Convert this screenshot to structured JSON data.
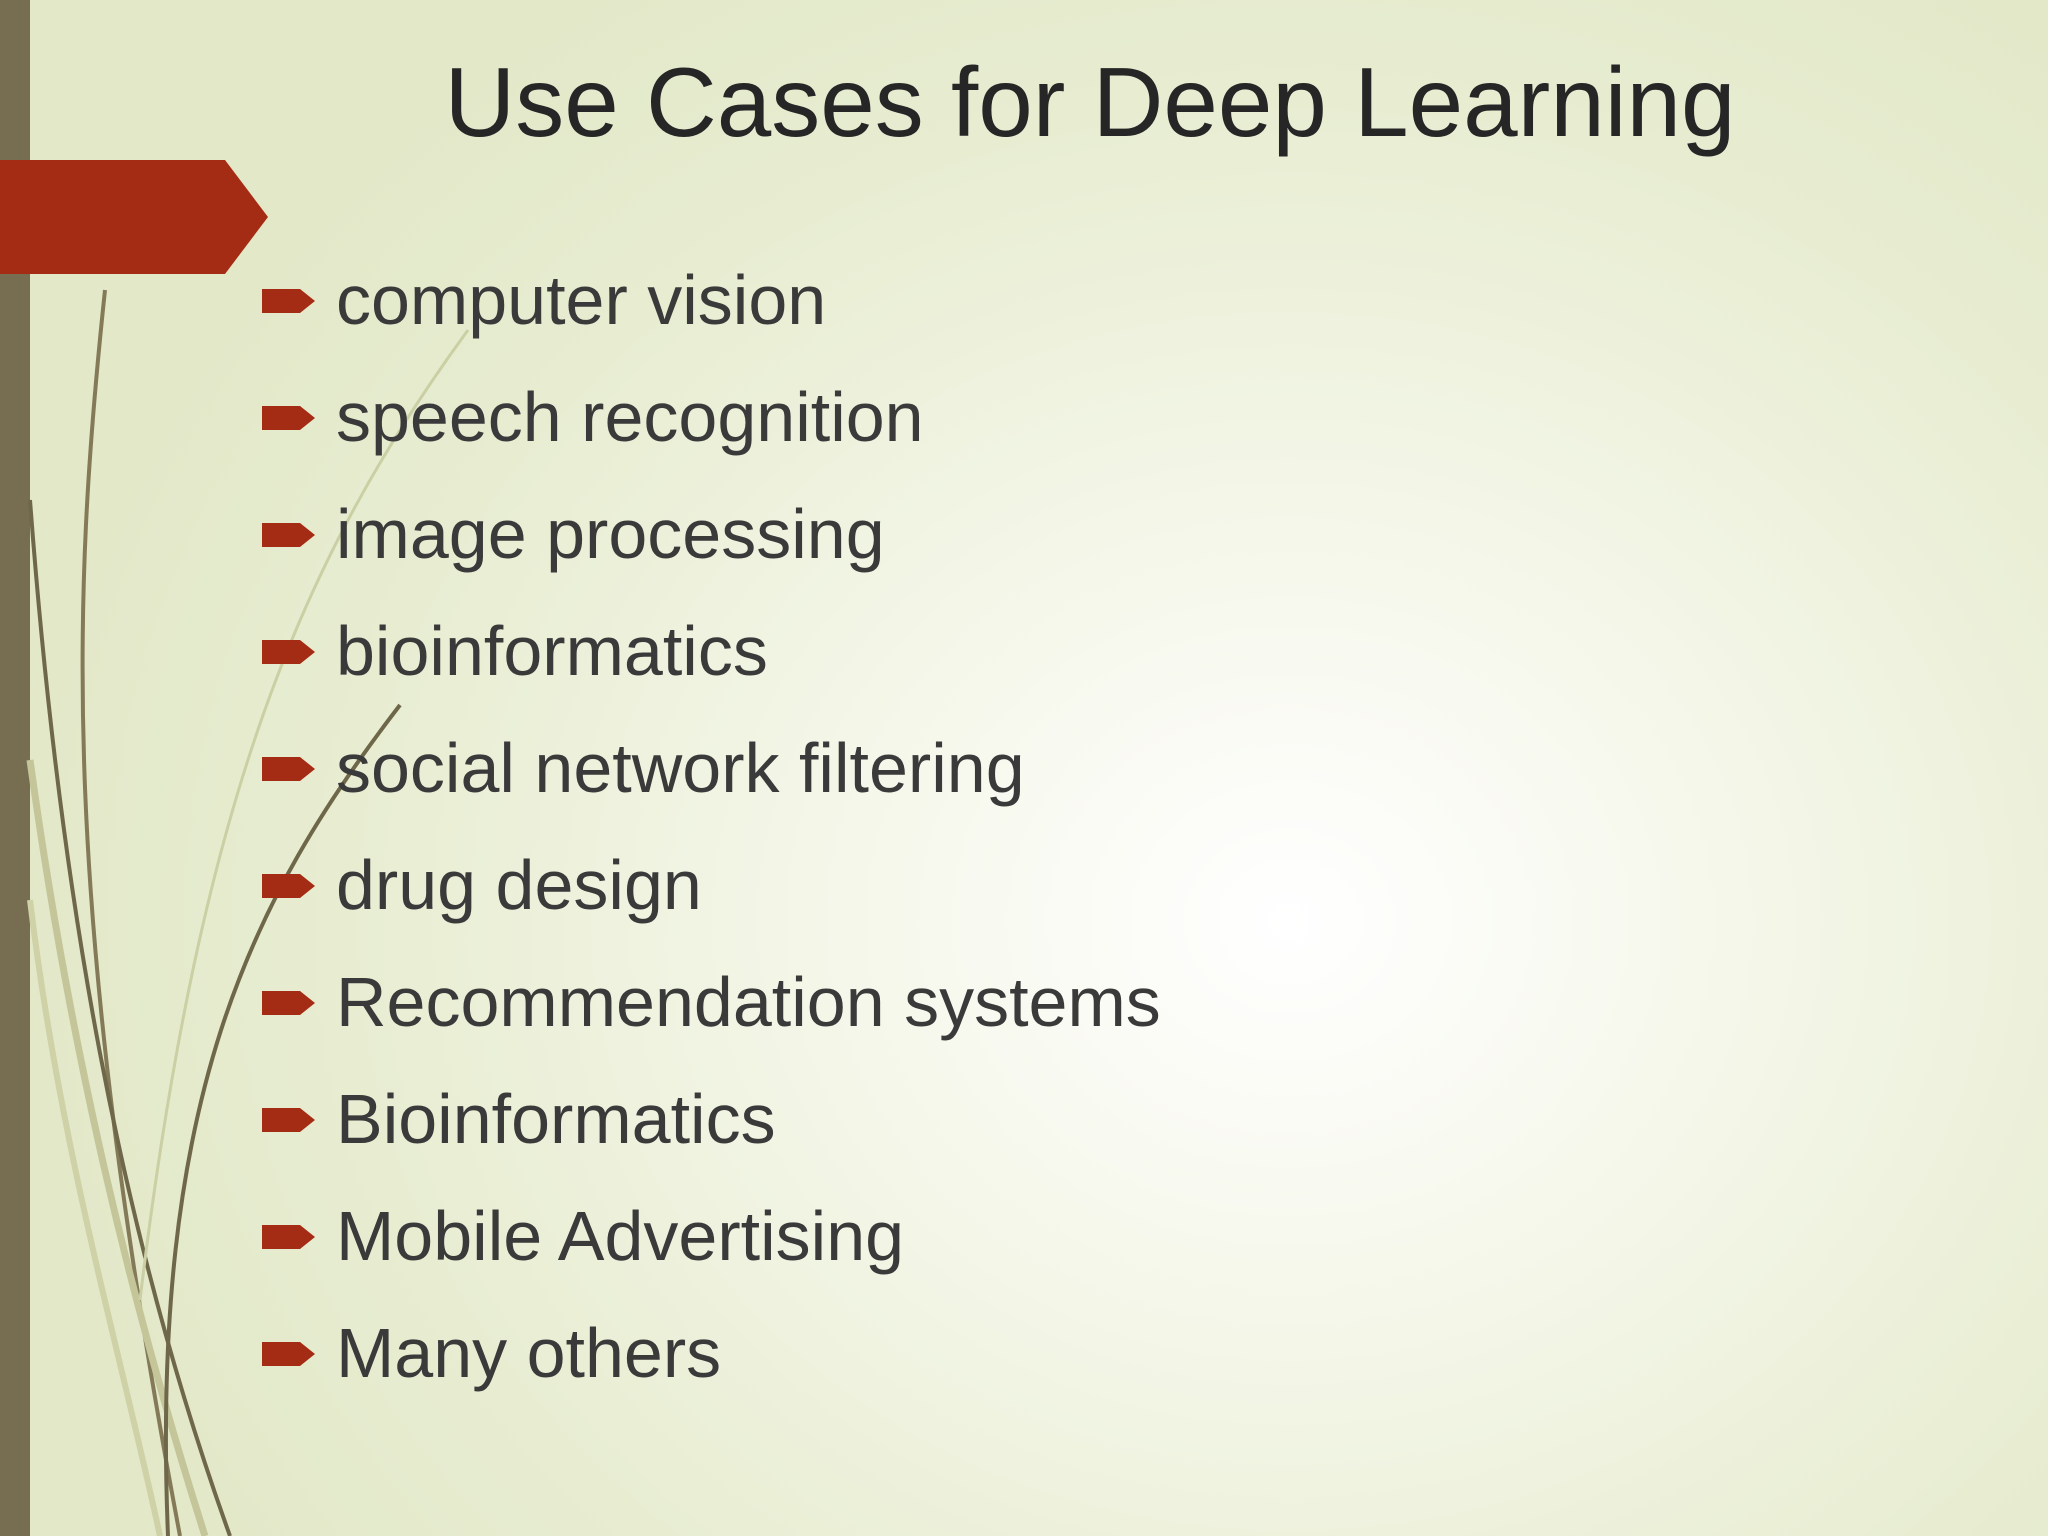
{
  "slide": {
    "title": "Use Cases for Deep Learning",
    "bullets": [
      "computer vision",
      "speech recognition",
      "image processing",
      "bioinformatics",
      "social network filtering",
      "drug design",
      "Recommendation systems",
      "Bioinformatics",
      "Mobile Advertising",
      "Many others"
    ]
  },
  "theme": {
    "accent": "#a52c14",
    "sidebar": "#776e52",
    "background": "#eef2de",
    "text": "#3a3a3a",
    "bullet_icon": "arrow-tag-icon"
  }
}
